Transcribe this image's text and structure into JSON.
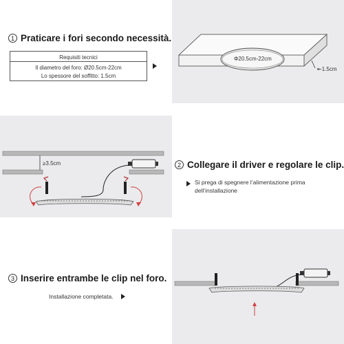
{
  "step1": {
    "number": "1",
    "title": "Praticare i fori secondo necessità.",
    "spec_heading": "Requisiti tecnici",
    "spec_diameter": "Il diametro del foro: Ø20.5cm-22cm",
    "spec_thickness": "Lo spessore del soffitto: 1.5cm"
  },
  "ceiling_diagram": {
    "hole_label": "Φ20.5cm-22cm",
    "thickness_label": "1.5cm"
  },
  "driver_diagram": {
    "gap_label": "≥3.5cm"
  },
  "step2": {
    "number": "2",
    "title": "Collegare il driver e regolare le clip.",
    "note_line1": "Si prega di spegnere l’alimentazione prima",
    "note_line2": "dell’installazione"
  },
  "step3": {
    "number": "3",
    "title": "Inserire entrambe le clip nel foro.",
    "note": "Installazione completata."
  },
  "colors": {
    "panel_gray": "#ebebed",
    "arrow_red": "#d04040"
  }
}
